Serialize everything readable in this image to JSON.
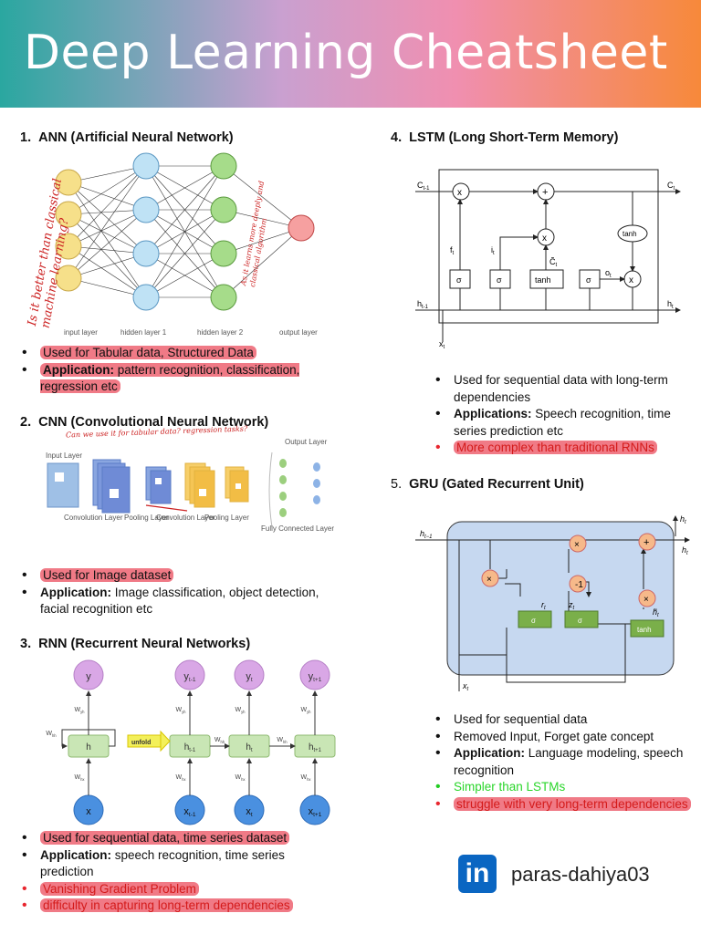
{
  "title": "Deep Learning Cheatsheet",
  "ann": {
    "heading": "ANN (Artificial Neural Network)",
    "num": "1.",
    "layers": [
      "input layer",
      "hidden layer 1",
      "hidden layer 2",
      "output layer"
    ],
    "bullets": [
      {
        "text": "Used for Tabular data, Structured Data"
      },
      {
        "bold": "Application:",
        "text": " pattern recognition, classification, regression etc"
      }
    ],
    "note_left": "Is it better than classical machine learning?",
    "note_right": "As it learns more deeply and classical algorithm"
  },
  "cnn": {
    "heading": "CNN (Convolutional Neural Network)",
    "num": "2.",
    "note": "Can we use it for tabular data? regression tasks?",
    "labels": {
      "input": "Input Layer",
      "conv1": "Convolution Layer",
      "pool1": "Pooling Layer",
      "conv2": "Convolution Layer",
      "pool2": "Pooling Layer",
      "fc": "Fully Connected Layer",
      "output": "Output Layer"
    },
    "bullets": [
      {
        "text": "Used for Image dataset"
      },
      {
        "bold": "Application:",
        "text": " Image classification, object detection, facial recognition etc"
      }
    ]
  },
  "rnn": {
    "heading": "RNN (Recurrent Neural Networks)",
    "num": "3.",
    "unfold": "unfold",
    "nodes": {
      "y": "y",
      "h": "h",
      "x": "x",
      "yt1": "y",
      "ht1": "h",
      "xt1": "x",
      "yt": "y",
      "ht": "h",
      "xt": "x",
      "yt2": "y",
      "ht2": "h",
      "xt2": "x"
    },
    "weights": {
      "why": "W",
      "whh": "W",
      "wxh": "W"
    },
    "bullets": [
      {
        "text": "Used for sequential data, time series dataset"
      },
      {
        "bold": "Application:",
        "text": " speech recognition, time series prediction"
      },
      {
        "text": "Vanishing Gradient Problem"
      },
      {
        "text": "difficulty in capturing long-term dependencies"
      }
    ]
  },
  "lstm": {
    "heading": "LSTM (Long Short-Term Memory)",
    "num": "4.",
    "bullets": [
      {
        "text": "Used for sequential data with long-term dependencies"
      },
      {
        "bold": "Applications:",
        "text": " Speech recognition, time series prediction etc"
      },
      {
        "text": "More complex than traditional RNNs"
      }
    ]
  },
  "gru": {
    "heading": "GRU (Gated Recurrent Unit)",
    "num": "5.",
    "bullets": [
      {
        "text": "Used for sequential data"
      },
      {
        "text": "Removed Input, Forget gate concept"
      },
      {
        "bold": "Application:",
        "text": " Language modeling, speech recognition"
      },
      {
        "text": "Simpler than LSTMs"
      },
      {
        "text": "struggle with very long-term dependencies"
      }
    ]
  },
  "linkedin": {
    "logo": "in",
    "name": "paras-dahiya03"
  },
  "colors": {
    "highlight": "#f07a86",
    "red": "#e8262e",
    "green": "#2ad62a",
    "linkedin": "#0a66c2"
  }
}
